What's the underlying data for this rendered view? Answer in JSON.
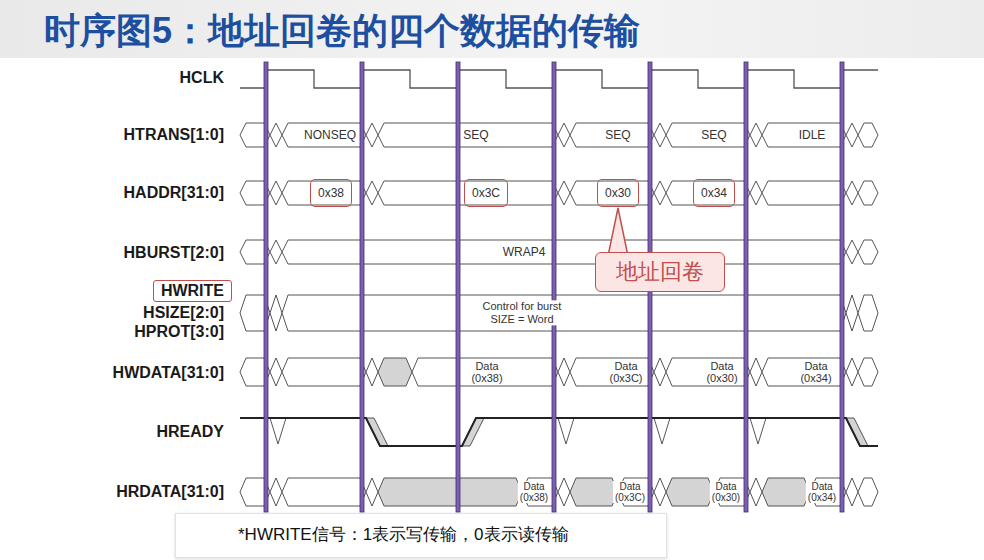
{
  "diagram": {
    "title": "时序图5：地址回卷的四个数据的传输",
    "caption": "*HWRITE信号：1表示写传输，0表示读传输",
    "nodes": [
      {
        "text": [
          "0x38"
        ]
      },
      {
        "text": [
          "0x3C"
        ]
      },
      {
        "text": [
          "0x30"
        ]
      },
      {
        "text": [
          "0x34"
        ]
      },
      {
        "text": [
          "地址回卷"
        ]
      },
      {
        "text": [
          "HWRITE"
        ]
      }
    ],
    "edges": [
      {
        "from": 4,
        "to": 2,
        "arrow": "none"
      }
    ],
    "labels": [
      "HCLK",
      "HTRANS[1:0]",
      "NONSEQ",
      "SEQ",
      "SEQ",
      "SEQ",
      "IDLE",
      "HADDR[31:0]",
      "HBURST[2:0]",
      "WRAP4",
      "HSIZE[2:0]",
      "HPROT[3:0]",
      "Control for burst SIZE = Word",
      "HWDATA[31:0]",
      "Data (0x38)",
      "Data (0x3C)",
      "Data (0x30)",
      "Data (0x34)",
      "HREADY",
      "HRDATA[31:0]",
      "Data (0x38)",
      "Data (0x3C)",
      "Data (0x30)",
      "Data (0x34)"
    ]
  }
}
